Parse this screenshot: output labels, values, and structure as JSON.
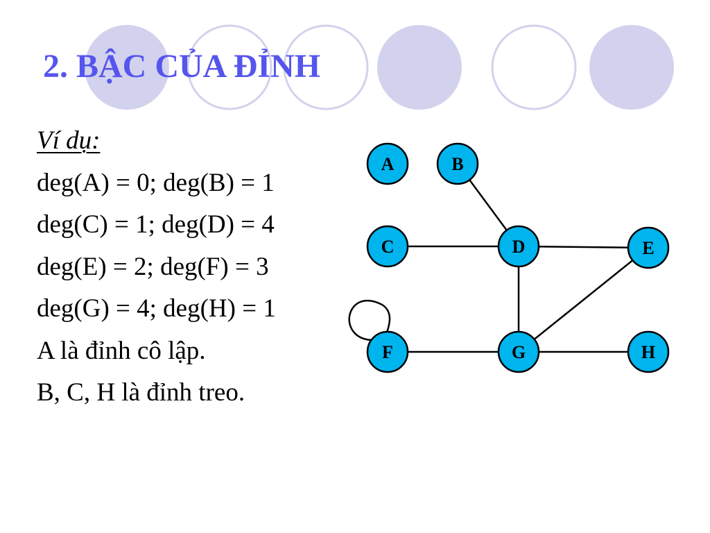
{
  "slide": {
    "title": "2. BẬC CỦA ĐỈNH",
    "example_label": "Ví dụ:",
    "lines": [
      "deg(A) = 0; deg(B) = 1",
      "deg(C) = 1; deg(D) = 4",
      "deg(E) = 2; deg(F) = 3",
      "deg(G) = 4; deg(H) = 1",
      "A là đỉnh cô lập.",
      "B, C, H là đỉnh treo."
    ]
  },
  "colors": {
    "title": "#5555ee",
    "deco_circle_fill": "#d2d2ee",
    "deco_circle_outline": "#d2d2ee",
    "node_fill": "#00b4ee",
    "node_stroke": "#000000",
    "edge": "#000000"
  },
  "graph": {
    "nodes": [
      {
        "id": "A",
        "label": "A"
      },
      {
        "id": "B",
        "label": "B"
      },
      {
        "id": "C",
        "label": "C"
      },
      {
        "id": "D",
        "label": "D"
      },
      {
        "id": "E",
        "label": "E"
      },
      {
        "id": "F",
        "label": "F"
      },
      {
        "id": "G",
        "label": "G"
      },
      {
        "id": "H",
        "label": "H"
      }
    ],
    "edges": [
      {
        "from": "B",
        "to": "D"
      },
      {
        "from": "C",
        "to": "D"
      },
      {
        "from": "D",
        "to": "E"
      },
      {
        "from": "D",
        "to": "G"
      },
      {
        "from": "E",
        "to": "G"
      },
      {
        "from": "F",
        "to": "G"
      },
      {
        "from": "G",
        "to": "H"
      },
      {
        "from": "F",
        "to": "F"
      }
    ]
  }
}
